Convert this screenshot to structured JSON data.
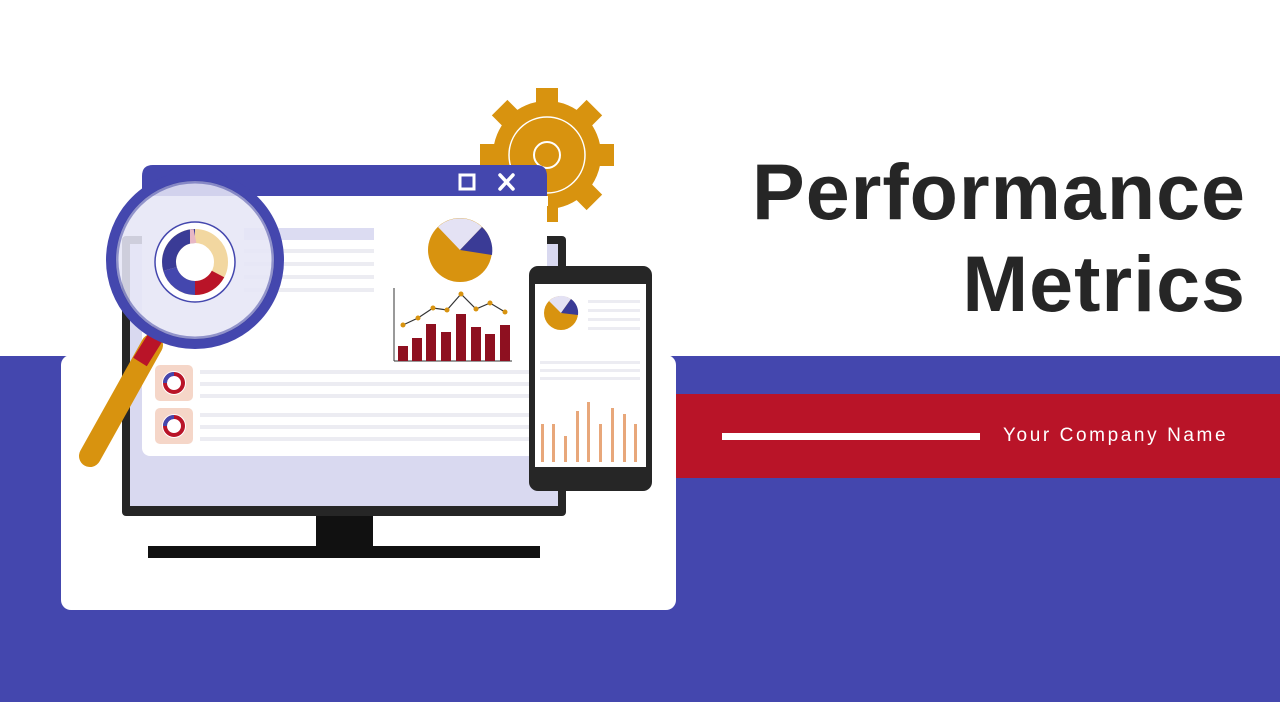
{
  "slide": {
    "title_line1": "Performance",
    "title_line2": "Metrics",
    "company_name": "Your Company Name"
  },
  "colors": {
    "blue": "#4447ae",
    "red": "#b91428",
    "gold": "#d8930f",
    "dark_red": "#8e1020",
    "title_text": "#262626"
  },
  "icons": [
    "gear-icon",
    "magnifier-icon",
    "window-maximize-icon",
    "window-close-icon",
    "pie-chart-icon",
    "donut-chart-icon",
    "bar-chart-icon",
    "line-chart-icon",
    "smartphone-icon",
    "monitor-icon"
  ]
}
